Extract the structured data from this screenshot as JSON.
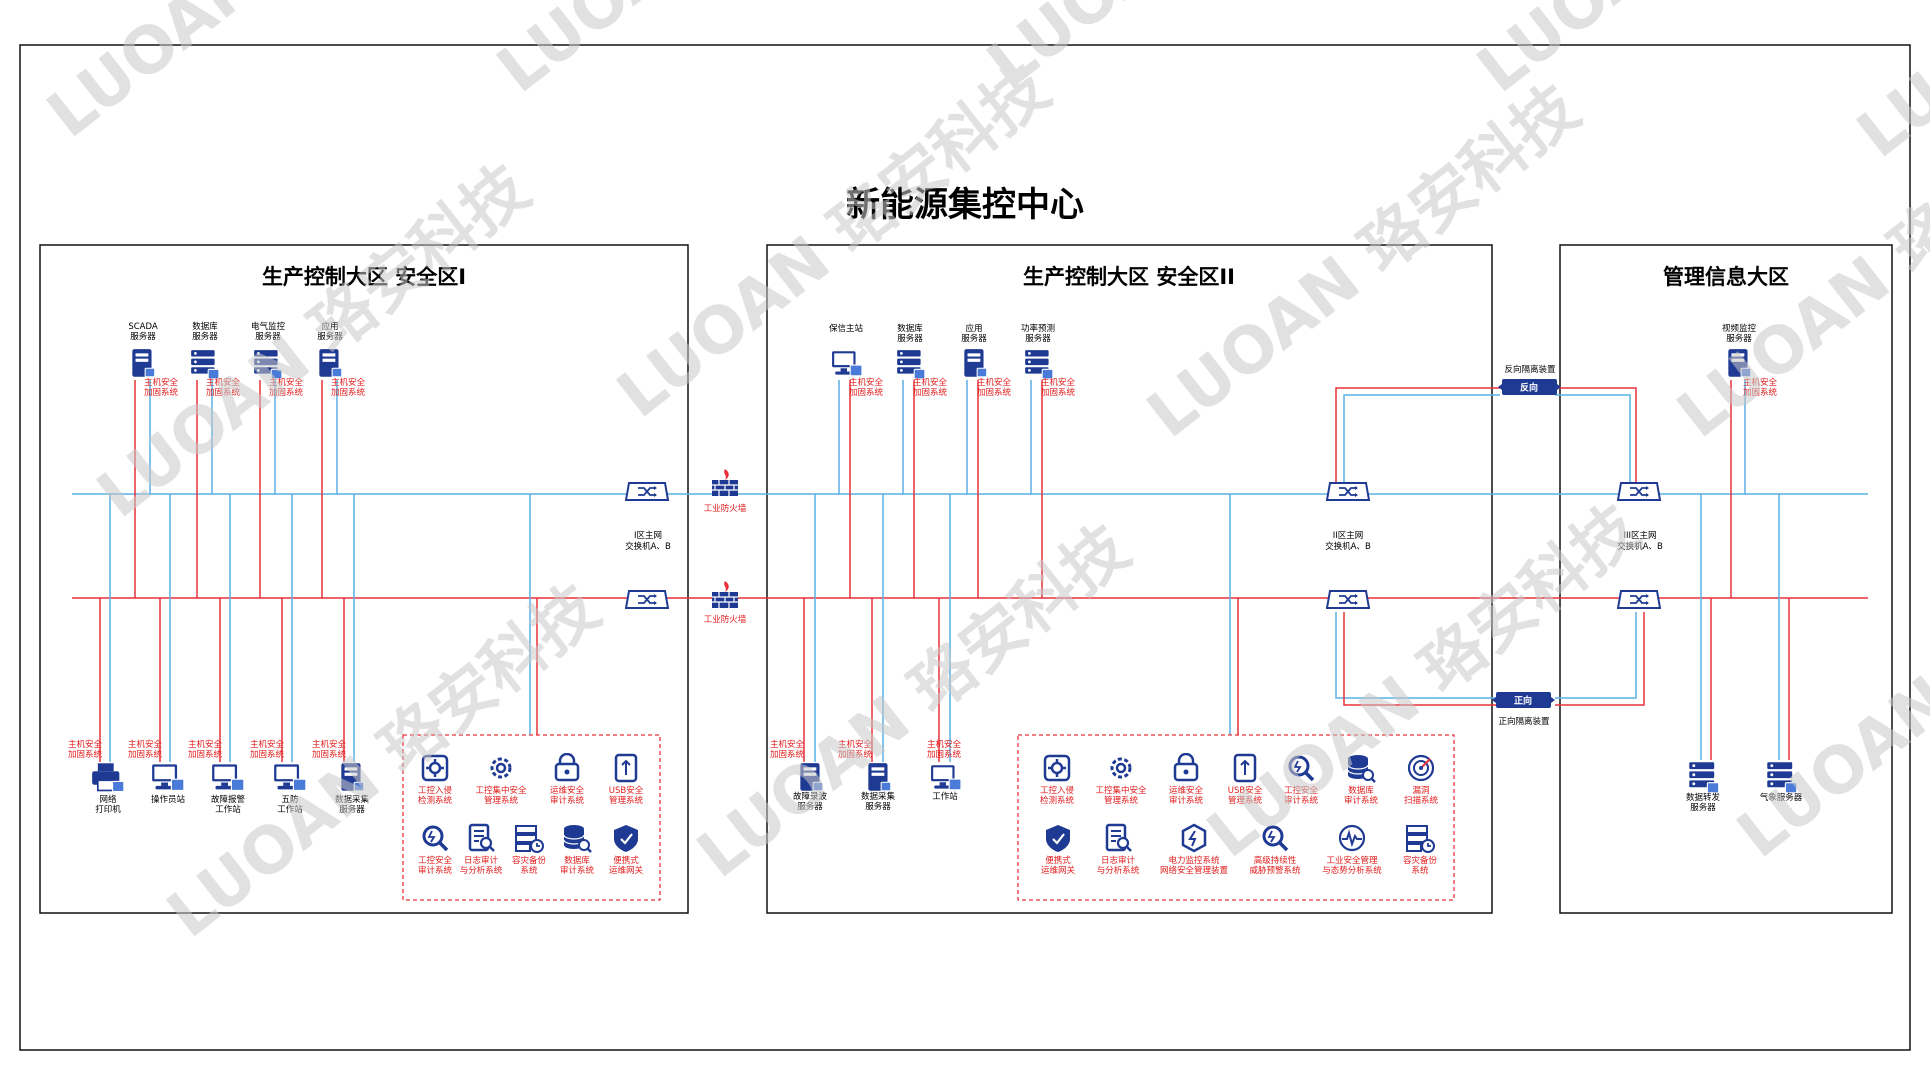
{
  "title": "新能源集控中心",
  "zones": {
    "zone1": "生产控制大区  安全区I",
    "zone2": "生产控制大区  安全区II",
    "zone3": "管理信息大区"
  },
  "zone1": {
    "servers": [
      {
        "name": "SCADA\n服务器",
        "sec": "主机安全\n加固系统"
      },
      {
        "name": "数据库\n服务器",
        "sec": "主机安全\n加固系统"
      },
      {
        "name": "电气监控\n服务器",
        "sec": "主机安全\n加固系统"
      },
      {
        "name": "应用\n服务器",
        "sec": "主机安全\n加固系统"
      }
    ],
    "switch_label": "I区主网\n交换机A、B",
    "bottom": [
      {
        "name": "网络\n打印机",
        "sec": "主机安全\n加固系统"
      },
      {
        "name": "操作员站",
        "sec": "主机安全\n加固系统"
      },
      {
        "name": "故障报警\n工作站",
        "sec": "主机安全\n加固系统"
      },
      {
        "name": "五防\n工作站",
        "sec": "主机安全\n加固系统"
      },
      {
        "name": "数据采集\n服务器",
        "sec": "主机安全\n加固系统"
      }
    ],
    "systems": [
      "工控入侵\n检测系统",
      "工控集中安全\n管理系统",
      "运维安全\n审计系统",
      "USB安全\n管理系统",
      "工控安全\n审计系统",
      "日志审计\n与分析系统",
      "容灾备份\n系统",
      "数据库\n审计系统",
      "便携式\n运维网关"
    ]
  },
  "firewall_label": "工业防火墙",
  "zone2": {
    "servers": [
      {
        "name": "保信主站",
        "sec": "主机安全\n加固系统"
      },
      {
        "name": "数据库\n服务器",
        "sec": "主机安全\n加固系统"
      },
      {
        "name": "应用\n服务器",
        "sec": "主机安全\n加固系统"
      },
      {
        "name": "功率预测\n服务器",
        "sec": "主机安全\n加固系统"
      }
    ],
    "switch_label": "II区主网\n交换机A、B",
    "bottom": [
      {
        "name": "故障录波\n服务器",
        "sec": "主机安全\n加固系统"
      },
      {
        "name": "数据采集\n服务器",
        "sec": "主机安全\n加固系统"
      },
      {
        "name": "工作站",
        "sec": "主机安全\n加固系统"
      }
    ],
    "systems": [
      "工控入侵\n检测系统",
      "工控集中安全\n管理系统",
      "运维安全\n审计系统",
      "USB安全\n管理系统",
      "工控安全\n审计系统",
      "数据库\n审计系统",
      "漏洞\n扫描系统",
      "便携式\n运维网关",
      "日志审计\n与分析系统",
      "电力监控系统\n网络安全管理装置",
      "高级持续性\n威胁预警系统",
      "工业安全管理\n与态势分析系统",
      "容灾备份\n系统"
    ]
  },
  "isolation": {
    "reverse_title": "反向隔离装置",
    "reverse_tag": "反向",
    "forward_title": "正向隔离装置",
    "forward_tag": "正向"
  },
  "zone3": {
    "servers": [
      {
        "name": "视频监控\n服务器",
        "sec": "主机安全\n加固系统"
      }
    ],
    "switch_label": "III区主网\n交换机A、B",
    "bottom": [
      {
        "name": "数据转发\n服务器"
      },
      {
        "name": "气象服务器"
      }
    ]
  },
  "watermark": "LUOAN 珞安科技",
  "colors": {
    "blue_line": "#5ab0e4",
    "red_line": "#e8303a",
    "icon_blue": "#1f3a93",
    "red_text": "#e21b1b",
    "watermark": "#c8c8c8"
  }
}
